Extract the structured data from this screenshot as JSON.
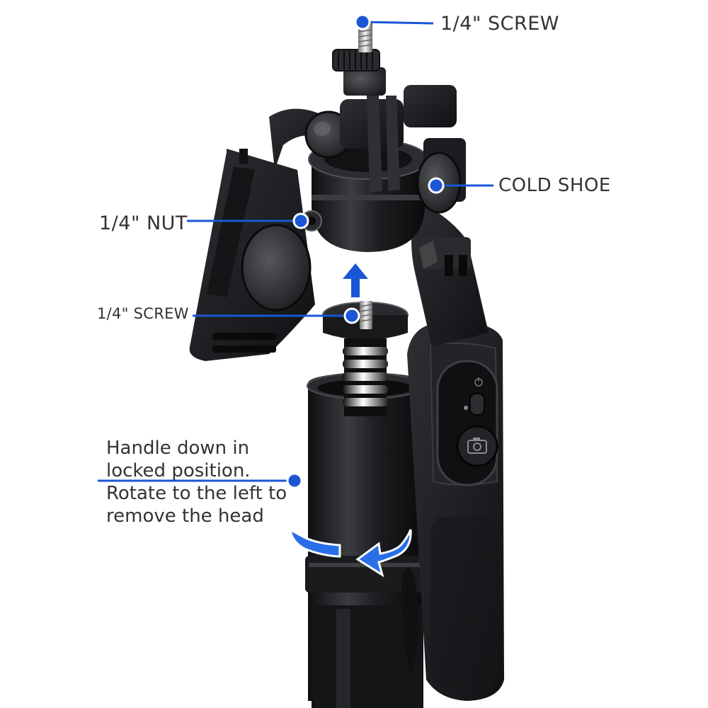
{
  "labels": {
    "top_screw": "1/4\" SCREW",
    "cold_shoe": "COLD SHOE",
    "nut": "1/4\" NUT",
    "mid_screw": "1/4\" SCREW"
  },
  "instruction": {
    "line1": "Handle down in",
    "line2": "locked position.",
    "line3": "Rotate to the left to",
    "line4": "remove the head"
  },
  "colors": {
    "callout": "#1a56d6",
    "arrow": "#2a6ee8",
    "text": "#333333",
    "device": "#1e1f22"
  },
  "icons": {
    "shutter_button": "camera-icon",
    "power_button": "power-icon"
  }
}
